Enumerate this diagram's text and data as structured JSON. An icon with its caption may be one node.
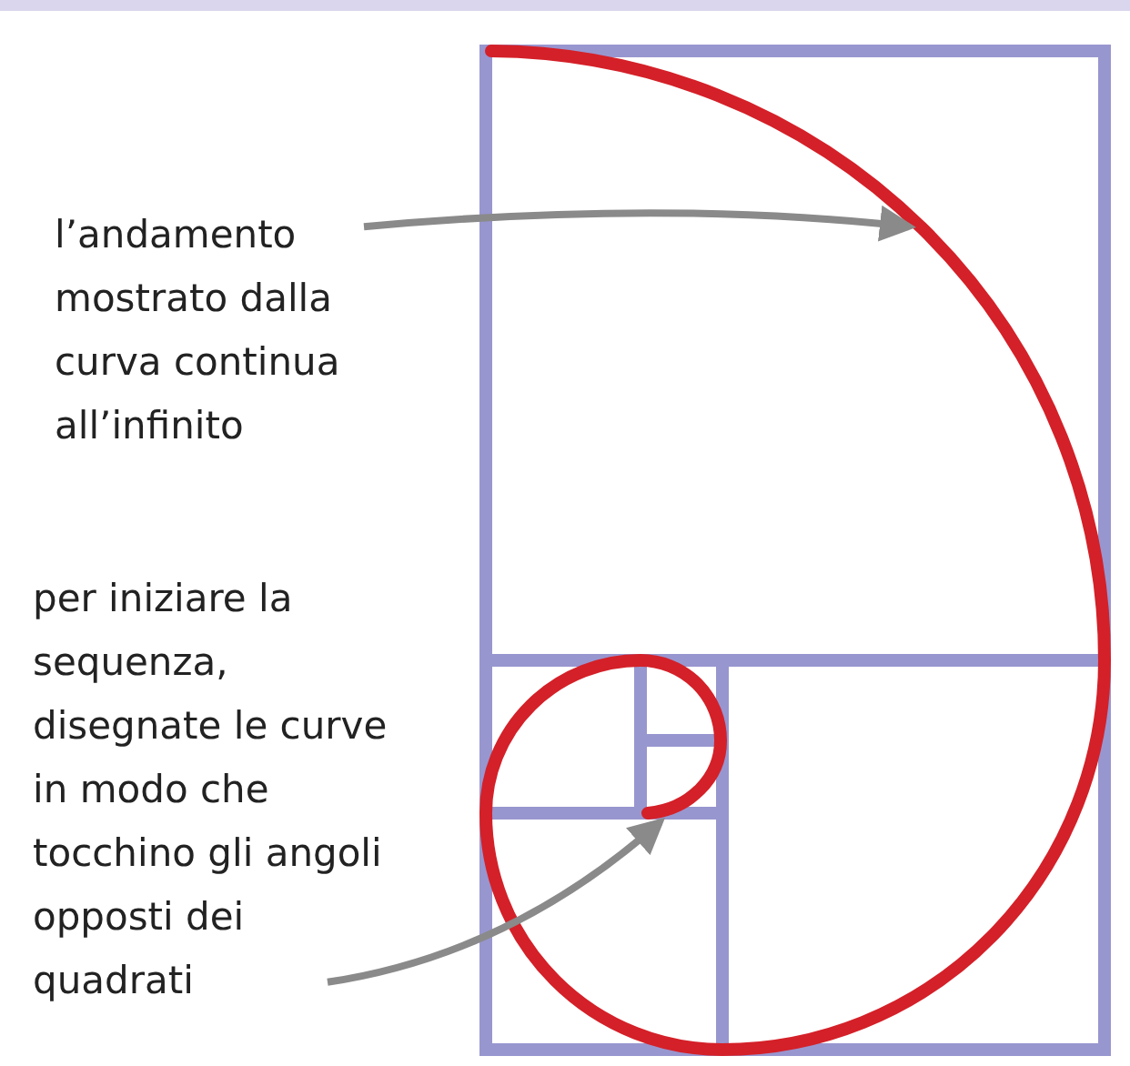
{
  "diagram": {
    "nodes": [
      {
        "text": [
          "l’andamento mostrato dalla curva continua all’infinito"
        ]
      },
      {
        "text": [
          "per iniziare la sequenza, disegnate le curve in modo che tocchino gli angoli opposti dei quadrati"
        ]
      },
      {
        "text": [],
        "shape": "curve"
      }
    ],
    "edges": [
      {
        "from": 0,
        "to": 2,
        "arrow": "to"
      },
      {
        "from": 1,
        "to": 2,
        "arrow": "to"
      }
    ]
  }
}
